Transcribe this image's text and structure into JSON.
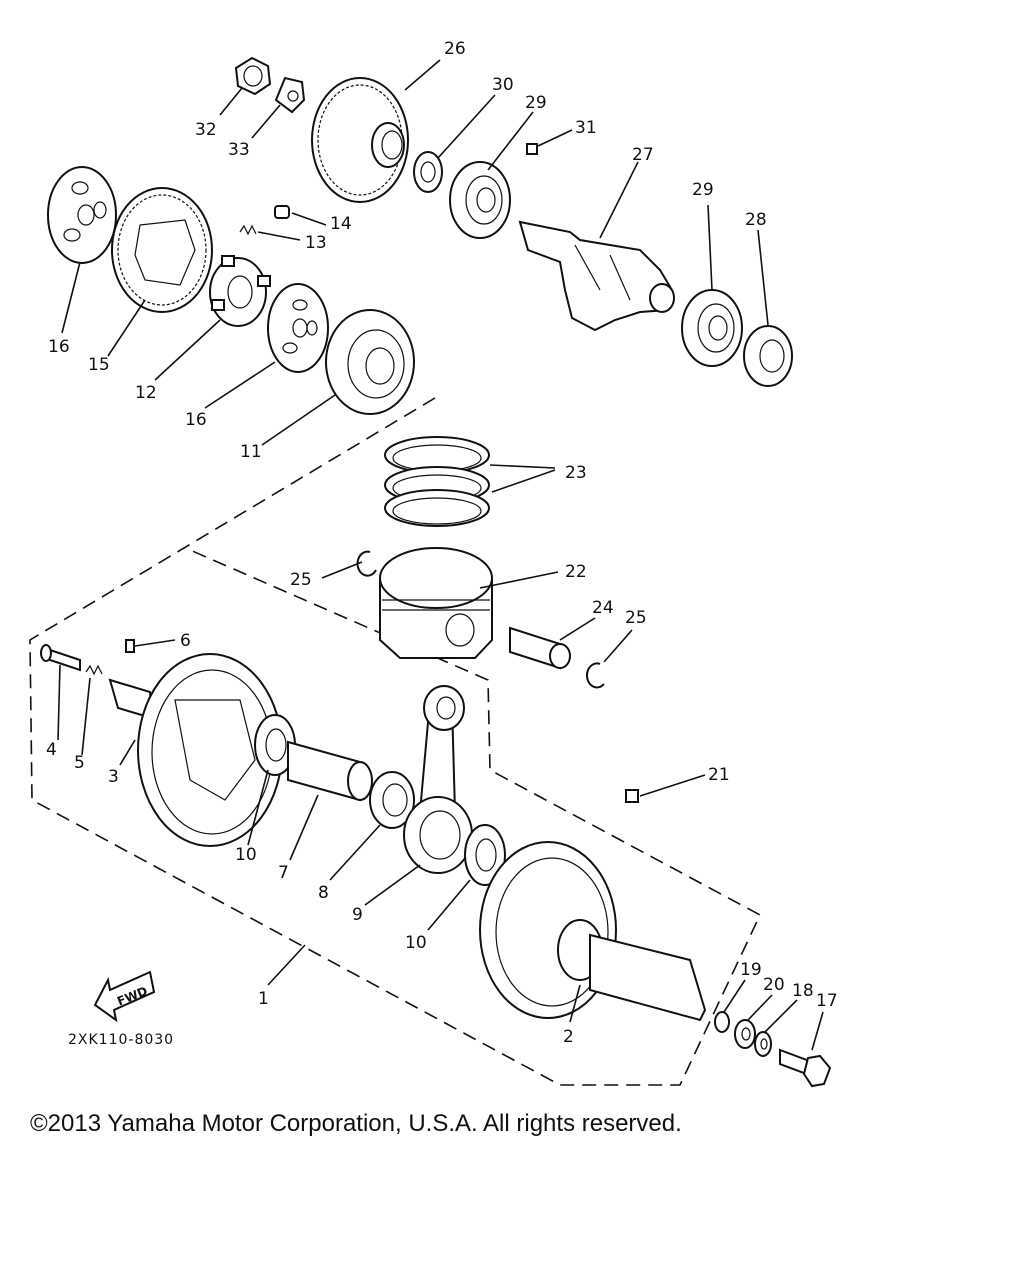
{
  "callouts": {
    "c1": "1",
    "c2": "2",
    "c3": "3",
    "c4": "4",
    "c5": "5",
    "c6": "6",
    "c7": "7",
    "c8": "8",
    "c9": "9",
    "c10a": "10",
    "c10b": "10",
    "c11": "11",
    "c12": "12",
    "c13": "13",
    "c14": "14",
    "c15": "15",
    "c16a": "16",
    "c16b": "16",
    "c17": "17",
    "c18": "18",
    "c19": "19",
    "c20": "20",
    "c21": "21",
    "c22": "22",
    "c23": "23",
    "c24": "24",
    "c25a": "25",
    "c25b": "25",
    "c26": "26",
    "c27": "27",
    "c28": "28",
    "c29a": "29",
    "c29b": "29",
    "c30": "30",
    "c31": "31",
    "c32": "32",
    "c33": "33"
  },
  "fwd_label": "FWD",
  "diagram_code": "2XK110-8030",
  "copyright": "©2013 Yamaha Motor Corporation, U.S.A. All rights reserved."
}
